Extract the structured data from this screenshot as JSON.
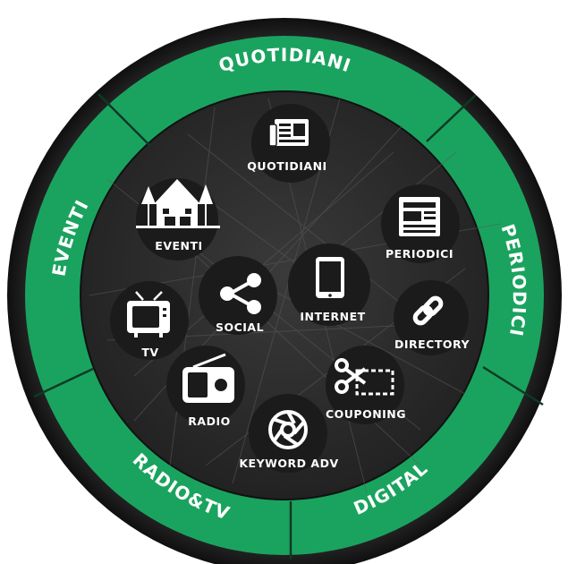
{
  "colors": {
    "ring_green": "#1aa35f",
    "ring_edge": "#0d3a24",
    "outer_rim": "#1c1c1c",
    "inner_dark": "#2a2a2a",
    "node_dark": "#1b1b1b",
    "line": "#5a5a5a",
    "text": "#ffffff"
  },
  "ring": {
    "segments": [
      {
        "label": "QUOTIDIANI"
      },
      {
        "label": "PERIODICI"
      },
      {
        "label": "DIGITAL"
      },
      {
        "label": "RADIO&TV"
      },
      {
        "label": "EVENTI"
      }
    ]
  },
  "nodes": [
    {
      "label": "QUOTIDIANI",
      "icon": "newspaper-icon"
    },
    {
      "label": "PERIODICI",
      "icon": "magazine-icon"
    },
    {
      "label": "EVENTI",
      "icon": "house-icon"
    },
    {
      "label": "SOCIAL",
      "icon": "share-icon"
    },
    {
      "label": "INTERNET",
      "icon": "tablet-icon"
    },
    {
      "label": "DIRECTORY",
      "icon": "link-icon"
    },
    {
      "label": "TV",
      "icon": "tv-icon"
    },
    {
      "label": "RADIO",
      "icon": "radio-icon"
    },
    {
      "label": "COUPONING",
      "icon": "scissors-coupon-icon"
    },
    {
      "label": "KEYWORD ADV",
      "icon": "aperture-icon"
    }
  ]
}
